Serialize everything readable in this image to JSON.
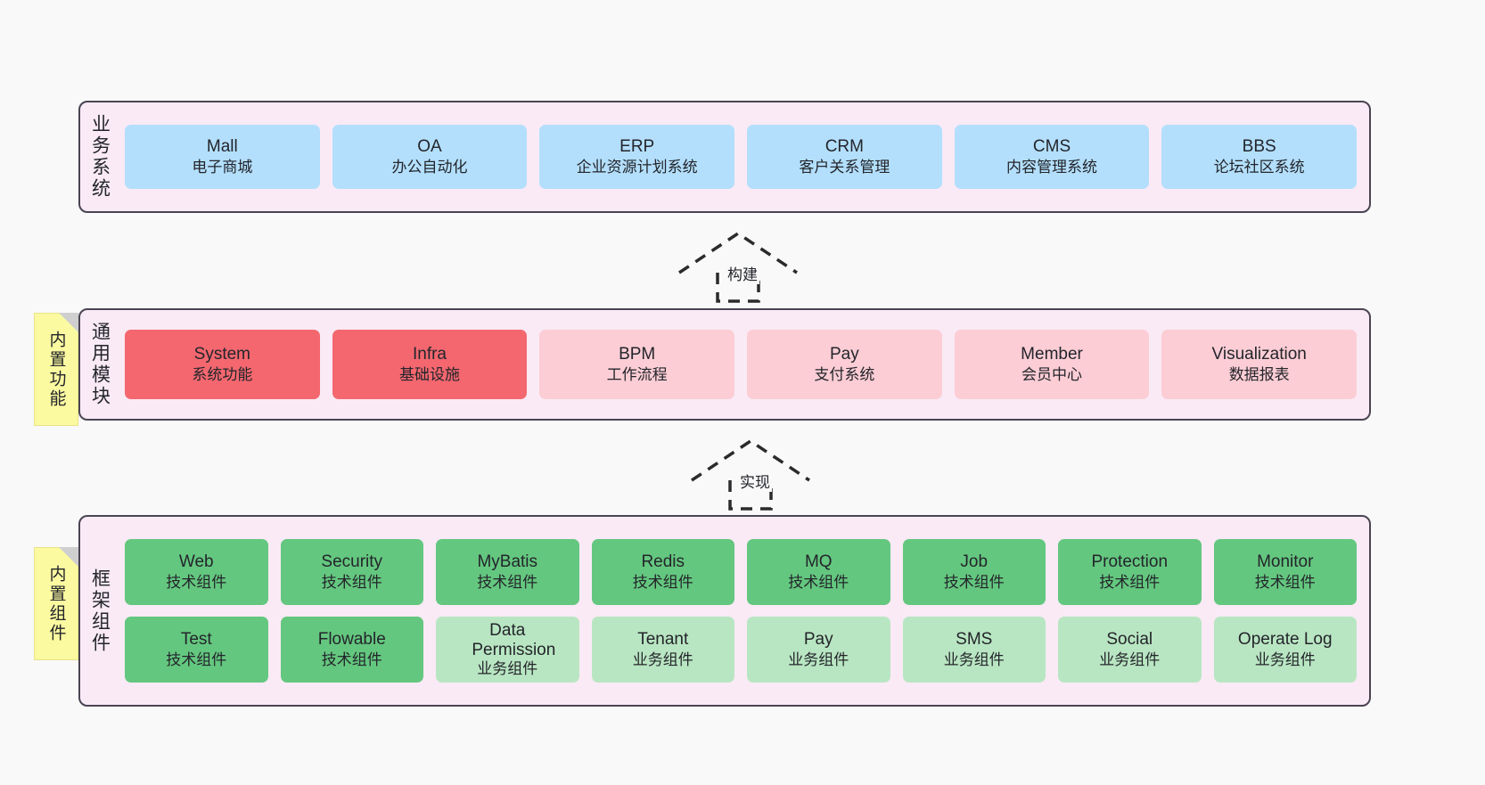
{
  "layers": [
    {
      "label": "业务系统",
      "cards": [
        {
          "name": "Mall",
          "desc": "电子商城"
        },
        {
          "name": "OA",
          "desc": "办公自动化"
        },
        {
          "name": "ERP",
          "desc": "企业资源计划系统"
        },
        {
          "name": "CRM",
          "desc": "客户关系管理"
        },
        {
          "name": "CMS",
          "desc": "内容管理系统"
        },
        {
          "name": "BBS",
          "desc": "论坛社区系统"
        }
      ]
    },
    {
      "label": "通用模块",
      "note": "内置功能",
      "cards": [
        {
          "name": "System",
          "desc": "系统功能",
          "color": "red"
        },
        {
          "name": "Infra",
          "desc": "基础设施",
          "color": "red"
        },
        {
          "name": "BPM",
          "desc": "工作流程",
          "color": "pink"
        },
        {
          "name": "Pay",
          "desc": "支付系统",
          "color": "pink"
        },
        {
          "name": "Member",
          "desc": "会员中心",
          "color": "pink"
        },
        {
          "name": "Visualization",
          "desc": "数据报表",
          "color": "pink"
        }
      ]
    },
    {
      "label": "框架组件",
      "note": "内置组件",
      "row_top": [
        {
          "name": "Web",
          "desc": "技术组件",
          "color": "green"
        },
        {
          "name": "Security",
          "desc": "技术组件",
          "color": "green"
        },
        {
          "name": "MyBatis",
          "desc": "技术组件",
          "color": "green"
        },
        {
          "name": "Redis",
          "desc": "技术组件",
          "color": "green"
        },
        {
          "name": "MQ",
          "desc": "技术组件",
          "color": "green"
        },
        {
          "name": "Job",
          "desc": "技术组件",
          "color": "green"
        },
        {
          "name": "Protection",
          "desc": "技术组件",
          "color": "green"
        },
        {
          "name": "Monitor",
          "desc": "技术组件",
          "color": "green"
        }
      ],
      "row_bottom": [
        {
          "name": "Test",
          "desc": "技术组件",
          "color": "green"
        },
        {
          "name": "Flowable",
          "desc": "技术组件",
          "color": "green"
        },
        {
          "name": "Data Permission",
          "desc": "业务组件",
          "color": "lgreen"
        },
        {
          "name": "Tenant",
          "desc": "业务组件",
          "color": "lgreen"
        },
        {
          "name": "Pay",
          "desc": "业务组件",
          "color": "lgreen"
        },
        {
          "name": "SMS",
          "desc": "业务组件",
          "color": "lgreen"
        },
        {
          "name": "Social",
          "desc": "业务组件",
          "color": "lgreen"
        },
        {
          "name": "Operate Log",
          "desc": "业务组件",
          "color": "lgreen"
        }
      ]
    }
  ],
  "connectors": [
    {
      "label": "构建"
    },
    {
      "label": "实现"
    }
  ],
  "colors": {
    "blue": "#b3dffc",
    "red": "#f4676f",
    "pink": "#fccdd5",
    "green": "#64c77f",
    "light_green": "#b9e6c2",
    "panel_bg": "#f9eaf5",
    "panel_border": "#4a4453",
    "note_bg": "#fcfaa0",
    "canvas_bg": "#f9f9f9"
  }
}
